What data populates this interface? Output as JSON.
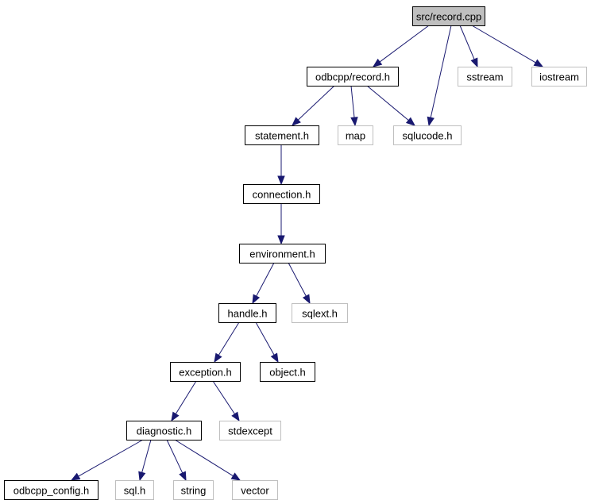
{
  "graph": {
    "nodes": [
      {
        "id": "src-record-cpp",
        "label": "src/record.cpp",
        "kind": "root"
      },
      {
        "id": "odbcpp-record-h",
        "label": "odbcpp/record.h",
        "kind": "internal"
      },
      {
        "id": "sstream",
        "label": "sstream",
        "kind": "external"
      },
      {
        "id": "iostream",
        "label": "iostream",
        "kind": "external"
      },
      {
        "id": "statement-h",
        "label": "statement.h",
        "kind": "internal"
      },
      {
        "id": "map",
        "label": "map",
        "kind": "external"
      },
      {
        "id": "sqlucode-h",
        "label": "sqlucode.h",
        "kind": "external"
      },
      {
        "id": "connection-h",
        "label": "connection.h",
        "kind": "internal"
      },
      {
        "id": "environment-h",
        "label": "environment.h",
        "kind": "internal"
      },
      {
        "id": "handle-h",
        "label": "handle.h",
        "kind": "internal"
      },
      {
        "id": "sqlext-h",
        "label": "sqlext.h",
        "kind": "external"
      },
      {
        "id": "exception-h",
        "label": "exception.h",
        "kind": "internal"
      },
      {
        "id": "object-h",
        "label": "object.h",
        "kind": "internal"
      },
      {
        "id": "diagnostic-h",
        "label": "diagnostic.h",
        "kind": "internal"
      },
      {
        "id": "stdexcept",
        "label": "stdexcept",
        "kind": "external"
      },
      {
        "id": "odbcpp-config-h",
        "label": "odbcpp_config.h",
        "kind": "internal"
      },
      {
        "id": "sql-h",
        "label": "sql.h",
        "kind": "external"
      },
      {
        "id": "string",
        "label": "string",
        "kind": "external"
      },
      {
        "id": "vector",
        "label": "vector",
        "kind": "external"
      }
    ],
    "edges": [
      {
        "from": "src-record-cpp",
        "to": "odbcpp-record-h"
      },
      {
        "from": "src-record-cpp",
        "to": "sqlucode-h"
      },
      {
        "from": "src-record-cpp",
        "to": "sstream"
      },
      {
        "from": "src-record-cpp",
        "to": "iostream"
      },
      {
        "from": "odbcpp-record-h",
        "to": "statement-h"
      },
      {
        "from": "odbcpp-record-h",
        "to": "map"
      },
      {
        "from": "odbcpp-record-h",
        "to": "sqlucode-h"
      },
      {
        "from": "statement-h",
        "to": "connection-h"
      },
      {
        "from": "connection-h",
        "to": "environment-h"
      },
      {
        "from": "environment-h",
        "to": "handle-h"
      },
      {
        "from": "environment-h",
        "to": "sqlext-h"
      },
      {
        "from": "handle-h",
        "to": "exception-h"
      },
      {
        "from": "handle-h",
        "to": "object-h"
      },
      {
        "from": "exception-h",
        "to": "diagnostic-h"
      },
      {
        "from": "exception-h",
        "to": "stdexcept"
      },
      {
        "from": "diagnostic-h",
        "to": "odbcpp-config-h"
      },
      {
        "from": "diagnostic-h",
        "to": "sql-h"
      },
      {
        "from": "diagnostic-h",
        "to": "string"
      },
      {
        "from": "diagnostic-h",
        "to": "vector"
      }
    ]
  }
}
